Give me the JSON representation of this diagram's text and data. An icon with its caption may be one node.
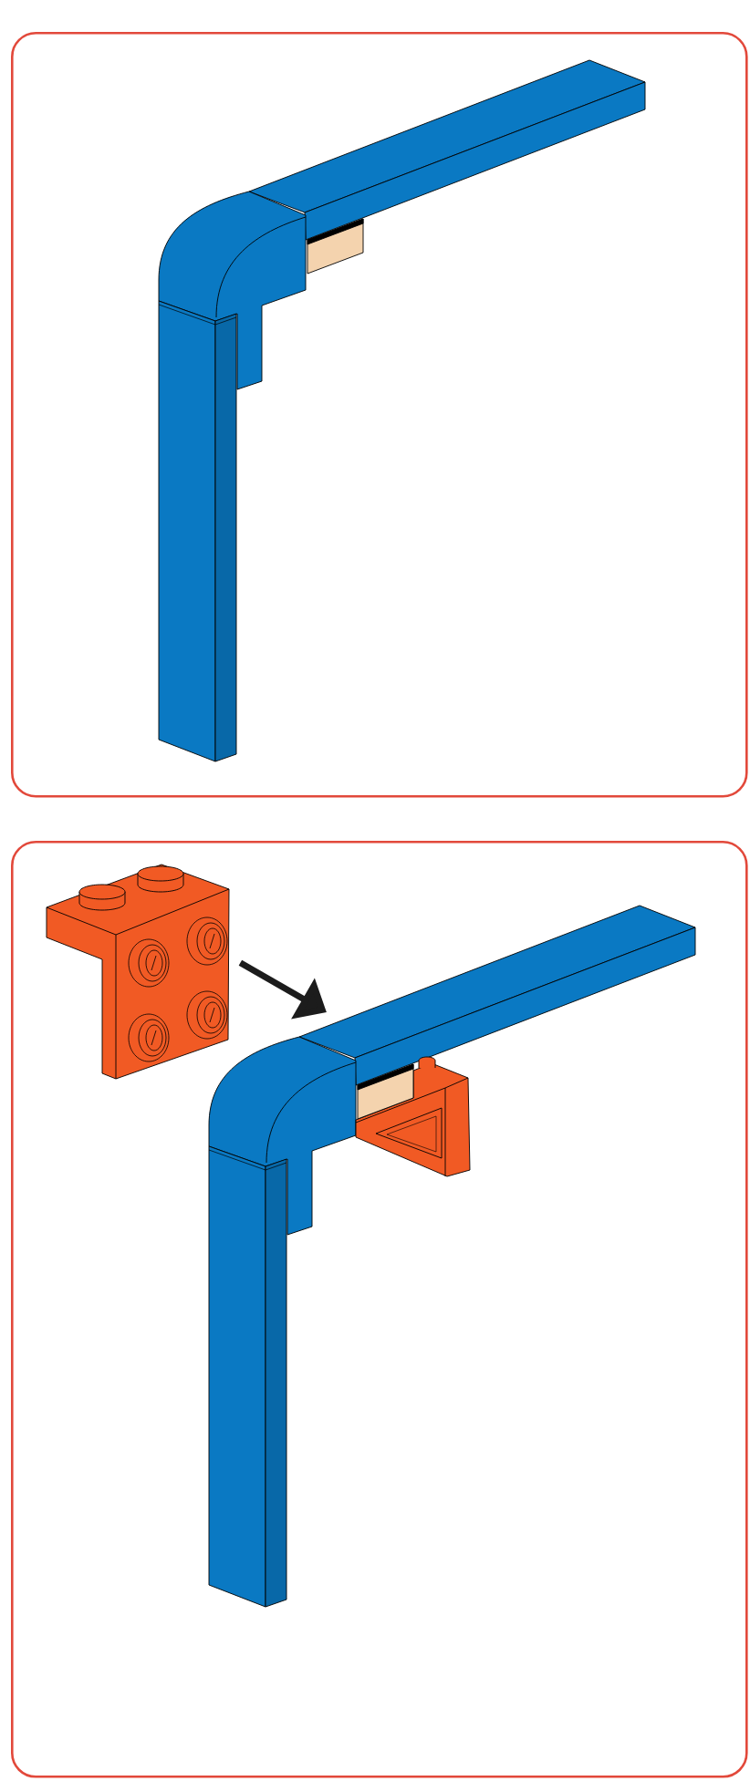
{
  "diagram": {
    "nodes": [
      {
        "text": [],
        "shape": "box"
      },
      {
        "text": [],
        "shape": "box"
      },
      {
        "text": [],
        "shape": "picture",
        "in": 1
      },
      {
        "text": [],
        "shape": "picture",
        "in": 1
      }
    ],
    "edges": [
      {
        "from": 2,
        "to": 3,
        "arrow": "to"
      }
    ]
  }
}
